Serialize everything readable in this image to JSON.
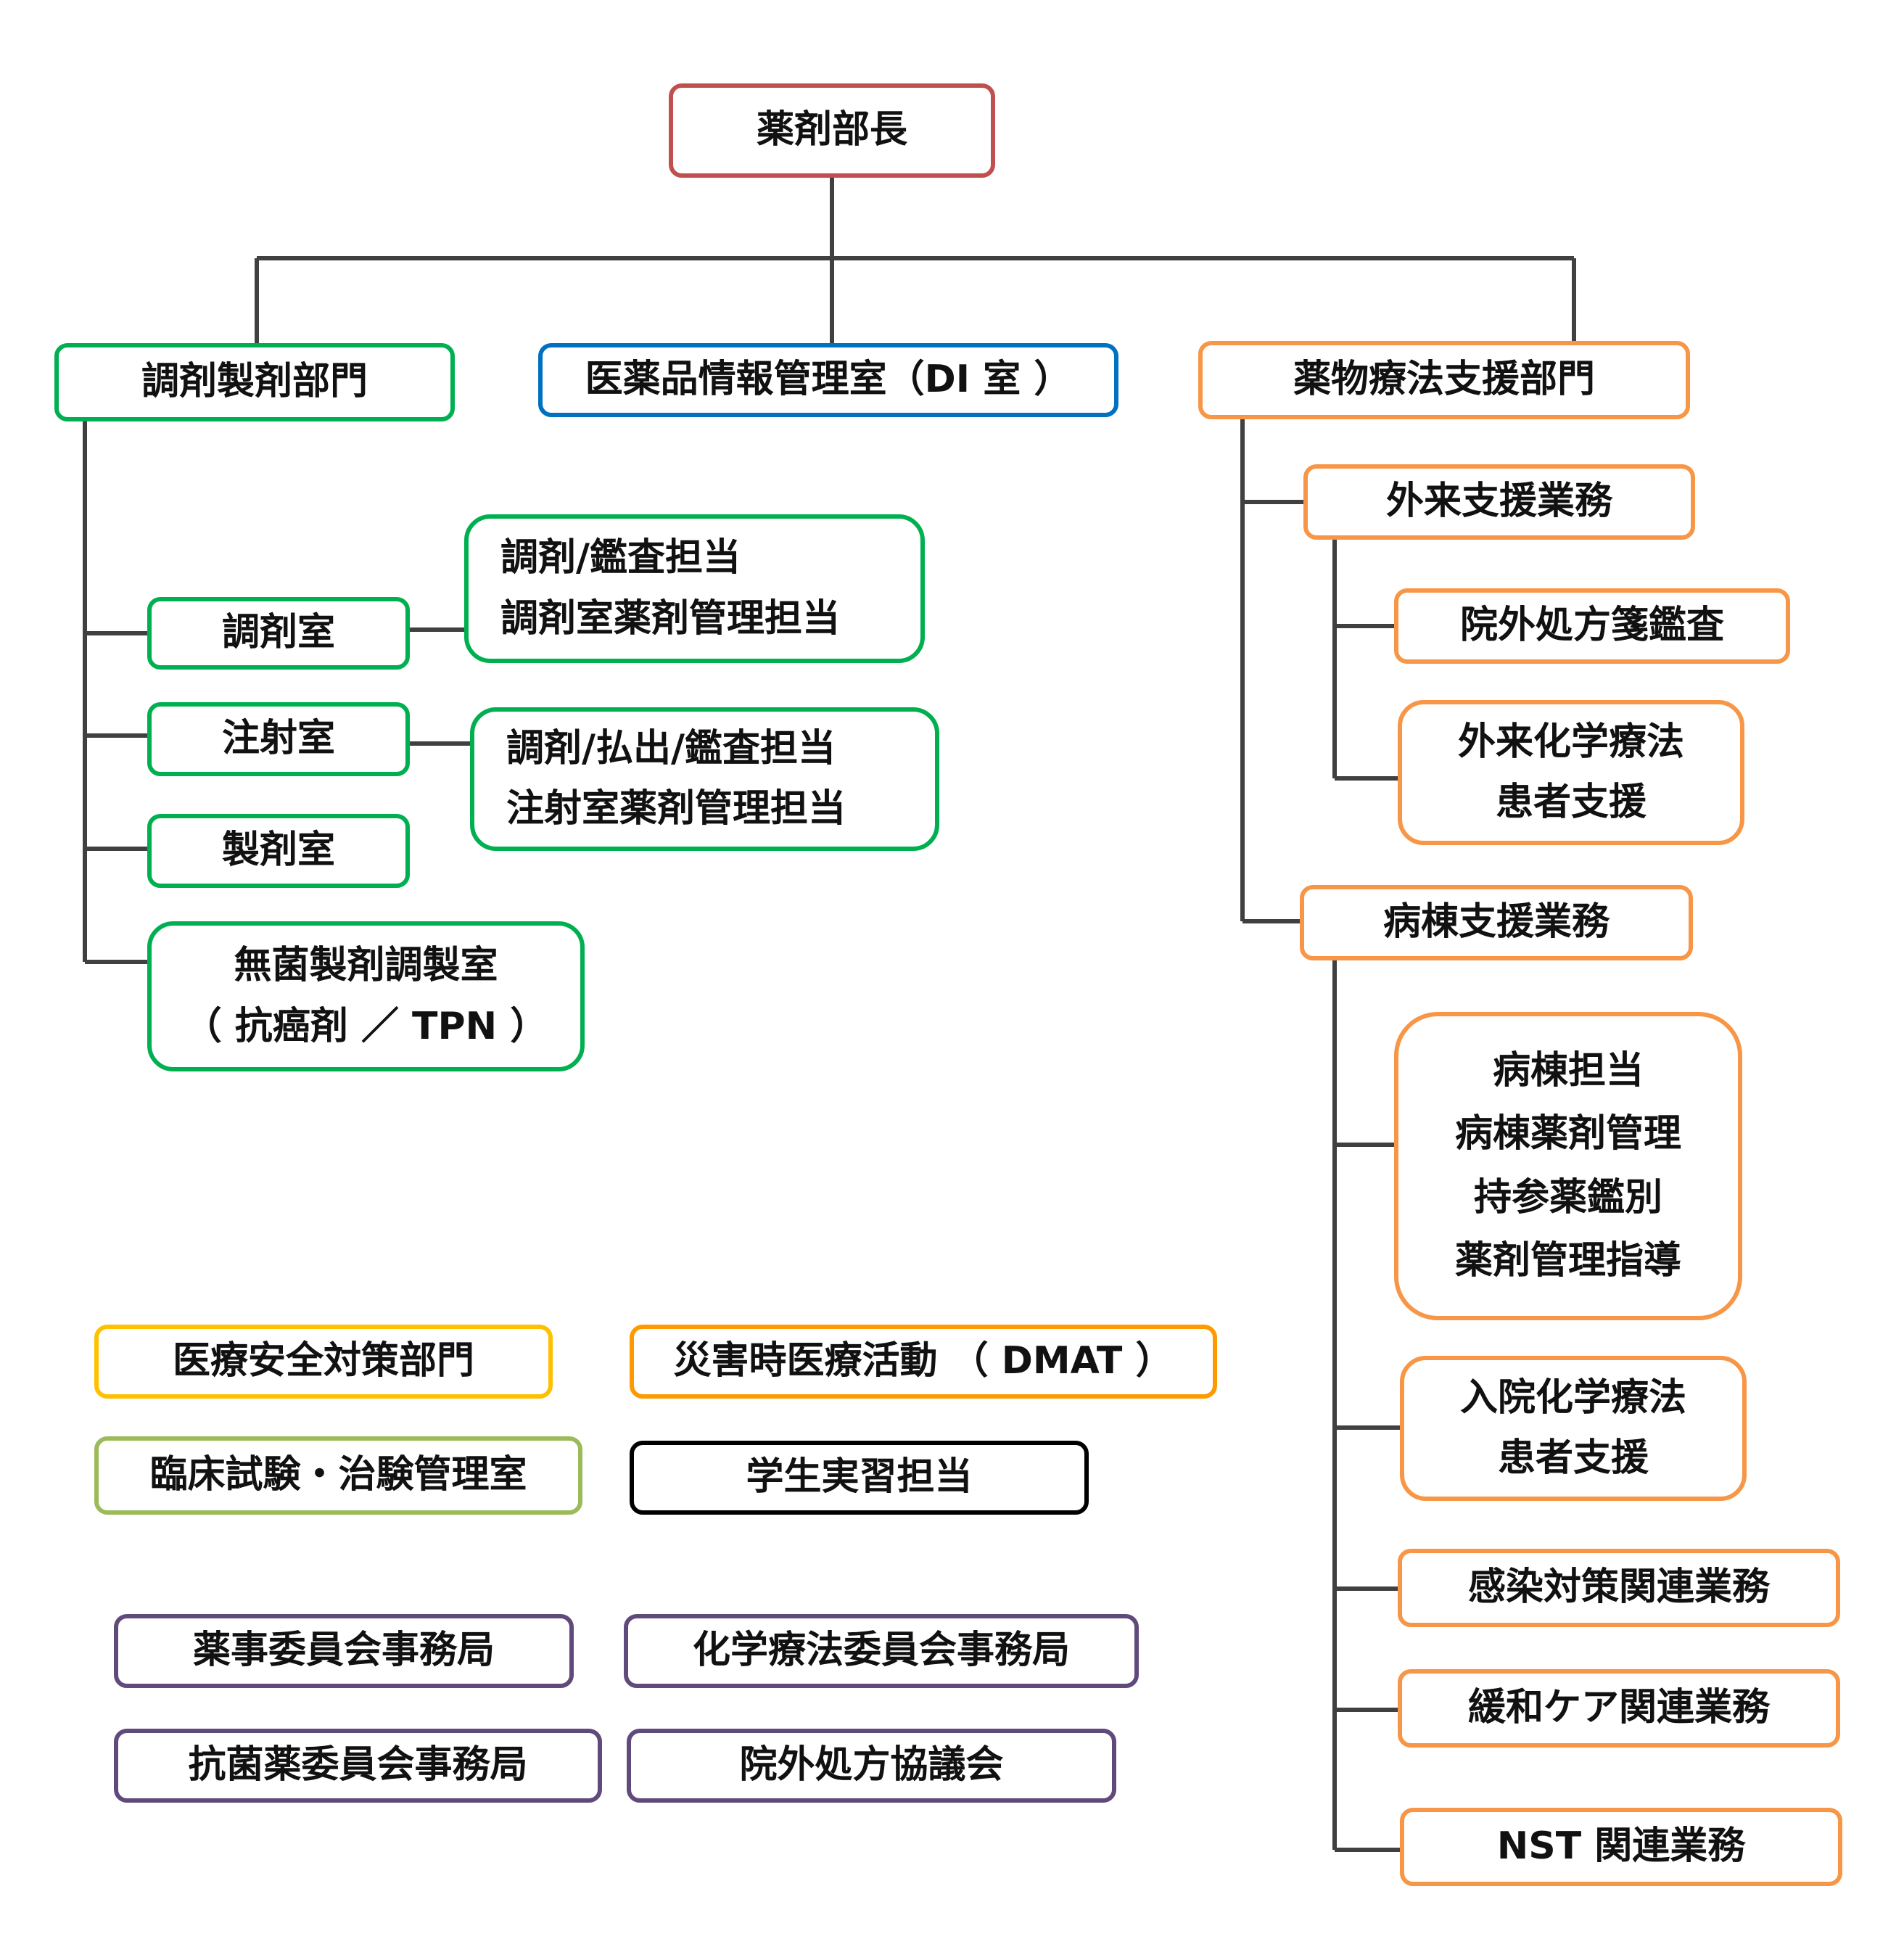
{
  "colors": {
    "line": "#404040",
    "red": "#c0504d",
    "green": "#00b050",
    "blue": "#0070c0",
    "orange": "#f79646",
    "dark_orange": "#ff9900",
    "yellow": "#ffc000",
    "lime": "#9bbb59",
    "black": "#000000",
    "purple": "#604a7b"
  },
  "top": {
    "director": "薬剤部長"
  },
  "departments": {
    "dispensing": "調剤製剤部門",
    "di": "医薬品情報管理室（DI 室 ）",
    "therapy": "薬物療法支援部門"
  },
  "dispensing": {
    "dispensing_room": "調剤室",
    "dispensing_room_tasks": [
      "調剤/鑑査担当",
      "調剤室薬剤管理担当"
    ],
    "injection_room": "注射室",
    "injection_room_tasks": [
      "調剤/払出/鑑査担当",
      "注射室薬剤管理担当"
    ],
    "preparation_room": "製剤室",
    "sterile_room": [
      "無菌製剤調製室",
      "（ 抗癌剤 ／ TPN ）"
    ]
  },
  "therapy": {
    "outpatient": "外来支援業務",
    "outpatient_tasks": {
      "prescription_audit": "院外処方箋鑑査",
      "chemo": [
        "外来化学療法",
        "患者支援"
      ]
    },
    "ward": "病棟支援業務",
    "ward_tasks": {
      "ward_list": [
        "病棟担当",
        "病棟薬剤管理",
        "持参薬鑑別",
        "薬剤管理指導"
      ],
      "inpatient_chemo": [
        "入院化学療法",
        "患者支援"
      ],
      "infection": "感染対策関連業務",
      "palliative": "緩和ケア関連業務",
      "nst": "NST 関連業務"
    }
  },
  "others": {
    "safety": "医療安全対策部門",
    "dmat": "災害時医療活動 （ DMAT ）",
    "clinical": "臨床試験・治験管理室",
    "students": "学生実習担当",
    "pharmacy_committee": "薬事委員会事務局",
    "chemo_committee": "化学療法委員会事務局",
    "antibiotic_committee": "抗菌薬委員会事務局",
    "outside_council": "院外処方協議会"
  }
}
